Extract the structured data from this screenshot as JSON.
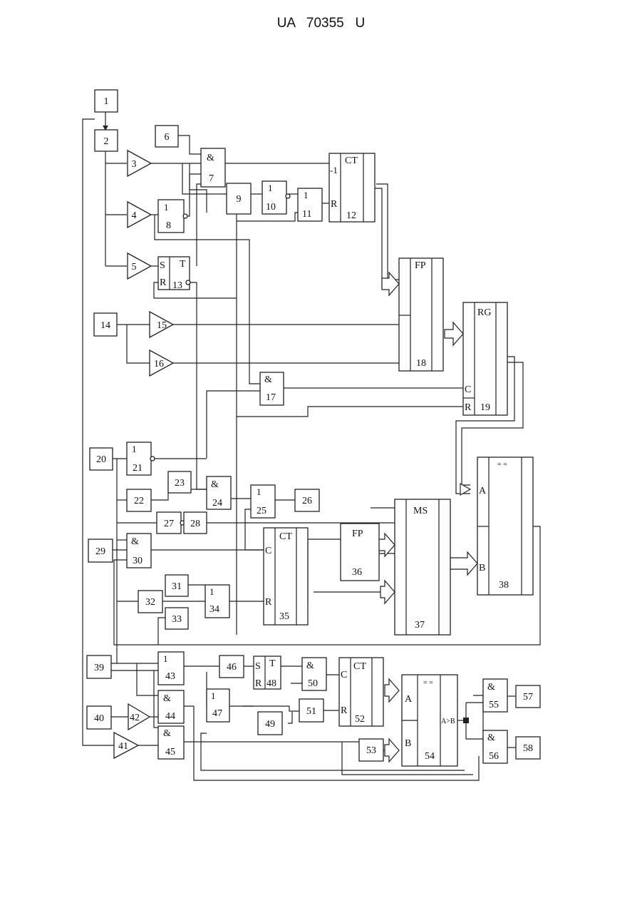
{
  "header": {
    "title": "UA   70355   U"
  },
  "labels": {
    "b1": "1",
    "b2": "2",
    "b3": "3",
    "b4": "4",
    "b5": "5",
    "b6": "6",
    "b7": "7",
    "b8": "8",
    "b9": "9",
    "b10": "10",
    "b11": "11",
    "b12": "12",
    "b13": "13",
    "b14": "14",
    "b15": "15",
    "b16": "16",
    "b17": "17",
    "b18": "18",
    "b19": "19",
    "b20": "20",
    "b21": "21",
    "b22": "22",
    "b23": "23",
    "b24": "24",
    "b25": "25",
    "b26": "26",
    "b27": "27",
    "b28": "28",
    "b29": "29",
    "b30": "30",
    "b31": "31",
    "b32": "32",
    "b33": "33",
    "b34": "34",
    "b35": "35",
    "b36": "36",
    "b37": "37",
    "b38": "38",
    "b39": "39",
    "b40": "40",
    "b41": "41",
    "b42": "42",
    "b43": "43",
    "b44": "44",
    "b45": "45",
    "b46": "46",
    "b47": "47",
    "b48": "48",
    "b49": "49",
    "b50": "50",
    "b51": "51",
    "b52": "52",
    "b53": "53",
    "b54": "54",
    "b55": "55",
    "b56": "56",
    "b57": "57",
    "b58": "58"
  },
  "symbols": {
    "and": "&",
    "or": "1",
    "ct": "CT",
    "fp": "FP",
    "rg": "RG",
    "ms": "MS",
    "eq": "= =",
    "dec": "-1",
    "s": "S",
    "r": "R",
    "t": "T",
    "c": "C",
    "a": "A",
    "b": "B",
    "agtb": "A>B"
  }
}
